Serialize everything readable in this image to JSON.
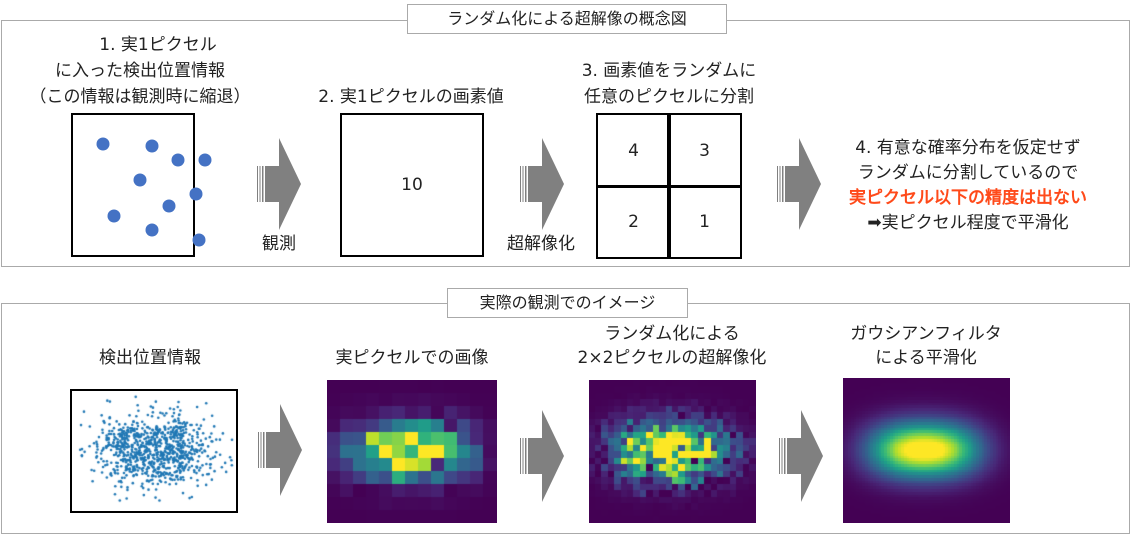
{
  "top": {
    "title": "ランダム化による超解像の概念図",
    "step1": [
      "1. 実1ピクセル",
      "に入った検出位置情報",
      "（この情報は観測時に縮退）"
    ],
    "step2": "2. 実1ピクセルの画素値",
    "step2_value": "10",
    "step3": [
      "3. 画素値をランダムに",
      "任意のピクセルに分割"
    ],
    "step3_values": [
      "4",
      "3",
      "2",
      "1"
    ],
    "arrow1_label": "観測",
    "arrow2_label": "超解像化",
    "step4": [
      "4. 有意な確率分布を仮定せず",
      "ランダムに分割しているので",
      "実ピクセル以下の精度は出ない",
      "➡実ピクセル程度で平滑化"
    ]
  },
  "bottom": {
    "title": "実際の観測でのイメージ",
    "img1_label": "検出位置情報",
    "img2_label": "実ピクセルでの画像",
    "img3_label": [
      "ランダム化による",
      "2×2ピクセルの超解像化"
    ],
    "img4_label": [
      "ガウシアンフィルタ",
      "による平滑化"
    ]
  },
  "colors": {
    "dot": "#4472c4",
    "highlight": "#ff4a1a",
    "arrow": "#808080",
    "panel_border": "#aaaaaa"
  }
}
